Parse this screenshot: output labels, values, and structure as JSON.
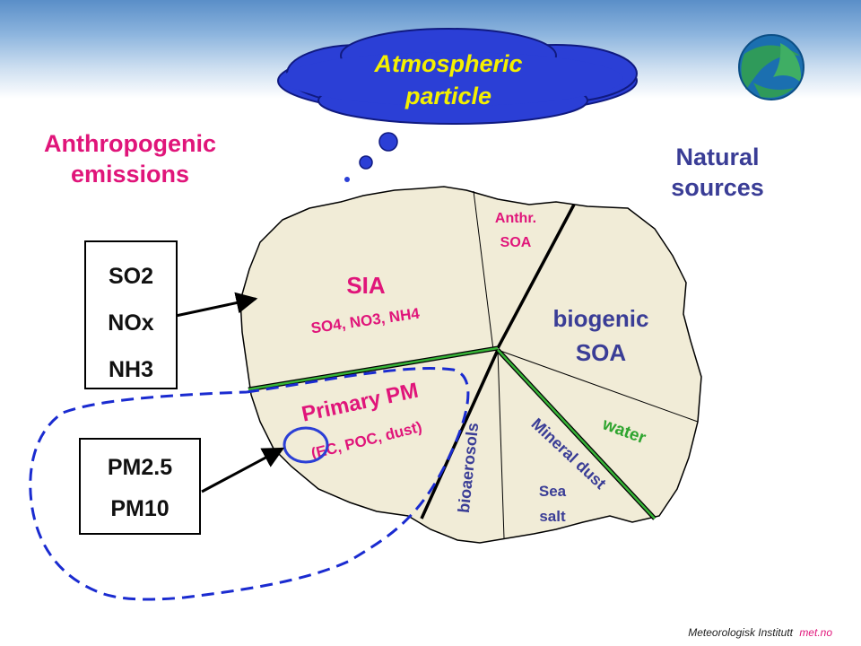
{
  "cloud": {
    "line1": "Atmospheric",
    "line2": "particle"
  },
  "anthropogenic": {
    "line1": "Anthropogenic",
    "line2": "emissions"
  },
  "natural": {
    "line1": "Natural",
    "line2": "sources"
  },
  "gas_box": [
    "SO2",
    "NOx",
    "NH3"
  ],
  "pm_box": [
    "PM2.5",
    "PM10"
  ],
  "sections": {
    "anthr_soa": {
      "line1": "Anthr.",
      "line2": "SOA"
    },
    "sia": {
      "title": "SIA",
      "sub": "SO4, NO3, NH4"
    },
    "biogenic_soa": {
      "line1": "biogenic",
      "line2": "SOA"
    },
    "primary_pm": {
      "title": "Primary PM",
      "sub": "(EC, POC, dust)"
    },
    "bioaerosols": "bioaerosols",
    "mineral_dust": "Mineral dust",
    "water": "water",
    "sea_salt": {
      "line1": "Sea",
      "line2": "salt"
    }
  },
  "footer": {
    "institute": "Meteorologisk Institutt",
    "site": "met.no"
  },
  "colors": {
    "magenta": "#e0157a",
    "navy": "#3a3d96",
    "green": "#2fa52f",
    "particle_fill": "#f1ecd7",
    "cloud_fill": "#2b3fd6",
    "cloud_text": "#f4f000",
    "dashed": "#1a2bd0"
  }
}
